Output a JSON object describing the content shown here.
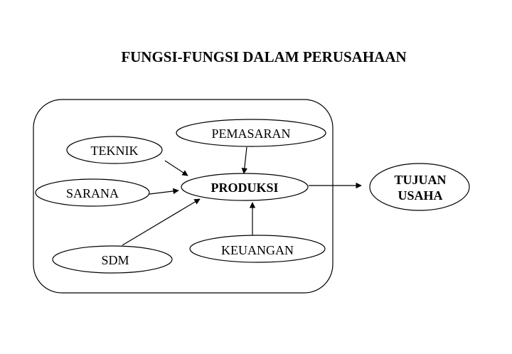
{
  "title": "FUNGSI-FUNGSI DALAM PERUSAHAAN",
  "nodes": {
    "pemasaran": "PEMASARAN",
    "teknik": "TEKNIK",
    "produksi": "PRODUKSI",
    "sarana": "SARANA",
    "sdm": "SDM",
    "keuangan": "KEUANGAN",
    "tujuan_line1": "TUJUAN",
    "tujuan_line2": "USAHA"
  },
  "colors": {
    "stroke": "#000000",
    "background": "#ffffff"
  }
}
